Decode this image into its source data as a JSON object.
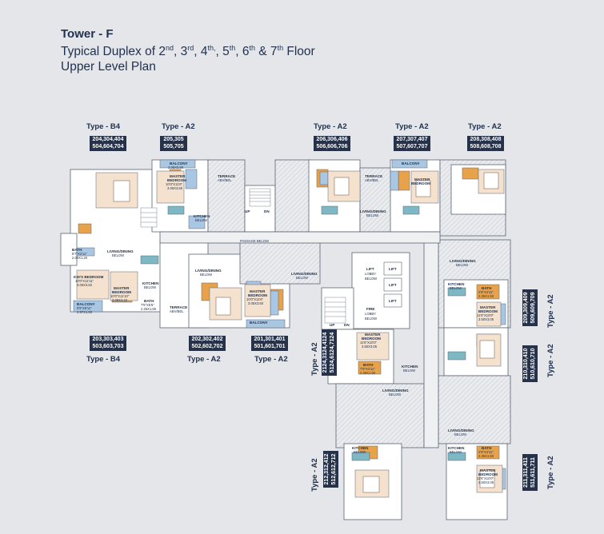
{
  "title": "Tower - F",
  "subtitle": {
    "lead": "Typical Duplex of 2",
    "s1": "nd",
    "t2": ", 3",
    "s2": "rd",
    "t3": ", 4",
    "s3": "th,",
    "t4": ", 5",
    "s4": "th",
    "t5": ", 6",
    "s5": "th",
    "t6": " & 7",
    "s6": "th",
    "t7": " Floor"
  },
  "level": "Upper Level Plan",
  "types": {
    "b4_top": "Type - B4",
    "a2_top1": "Type - A2",
    "a2_top2": "Type - A2",
    "a2_top3": "Type - A2",
    "a2_top4": "Type - A2",
    "b4_bot": "Type - B4",
    "a2_bot1": "Type - A2",
    "a2_bot2": "Type - A2",
    "v1": "Type - A2",
    "v2": "Type - A2",
    "v3": "Type - A2",
    "v4": "Type - A2",
    "v5": "Type - A2"
  },
  "units": {
    "u1a": "204,304,404",
    "u1b": "504,604,704",
    "u2a": "205,305",
    "u2b": "505,705",
    "u3a": "206,306,406",
    "u3b": "506,606,706",
    "u4a": "207,307,407",
    "u4b": "507,607,707",
    "u5a": "208,308,408",
    "u5b": "508,608,708",
    "u6a": "203,303,403",
    "u6b": "503,603,703",
    "u7a": "202,302,402",
    "u7b": "502,602,702",
    "u8a": "201,301,401",
    "u8b": "501,601,701",
    "u9a": "209,309,409",
    "u9b": "509,609,709",
    "u10a": "210,310,410",
    "u10b": "510,610,710",
    "u11a": "211,311,411",
    "u11b": "511,611,711",
    "u12a": "212,312,412",
    "u12b": "512,612,712",
    "u13a": "2124,3124,4124",
    "u13b": "5124,6124,7124"
  },
  "rooms": {
    "balcony": "BALCONY",
    "balcony_dim": "3.05X0.90",
    "master": "MASTER",
    "bedroom": "BEDROOM",
    "md1": "10'0\"X11'6\"",
    "md1m": "3.05X3.50",
    "bath": "BATH",
    "bath_dim": "4'11\"X7'6\"",
    "bath_dimm": "1.50X2.25",
    "terrace": "TERRACE",
    "abv": "ABV/BEL",
    "kitchen": "KITCHEN",
    "below": "BELOW",
    "living": "LIVING/DINING",
    "up": "UP",
    "dn": "DN",
    "passage": "PASSAGE BELOW",
    "lift": "LIFT",
    "lift_lobby": "LIFT",
    "lobby_below": "LOBBY",
    "fire": "FIRE",
    "kids": "KID'S BEDROOM",
    "kd": "10'0\"X11'11\"",
    "kdm": "3.05X3.62",
    "bath67": "6'7\"X3'11\"",
    "bath67m": "2.00X1.20",
    "bal99": "9'9\"X8'11\"",
    "bal99m": "2.97X1.50",
    "md2": "10'0\"X11'10\"",
    "md2m": "3.05X4.22",
    "b75": "7'5\"X5'5\"",
    "b75m": "2.25X1.65",
    "md3": "11'6\"X10'0\"",
    "md3m": "3.50X3.05",
    "b79": "7'9\"X4'11\"",
    "b79m": "2.35X1.50",
    "b29": "2'9\"X4'11\"",
    "b29m": "2.35X1.50"
  }
}
